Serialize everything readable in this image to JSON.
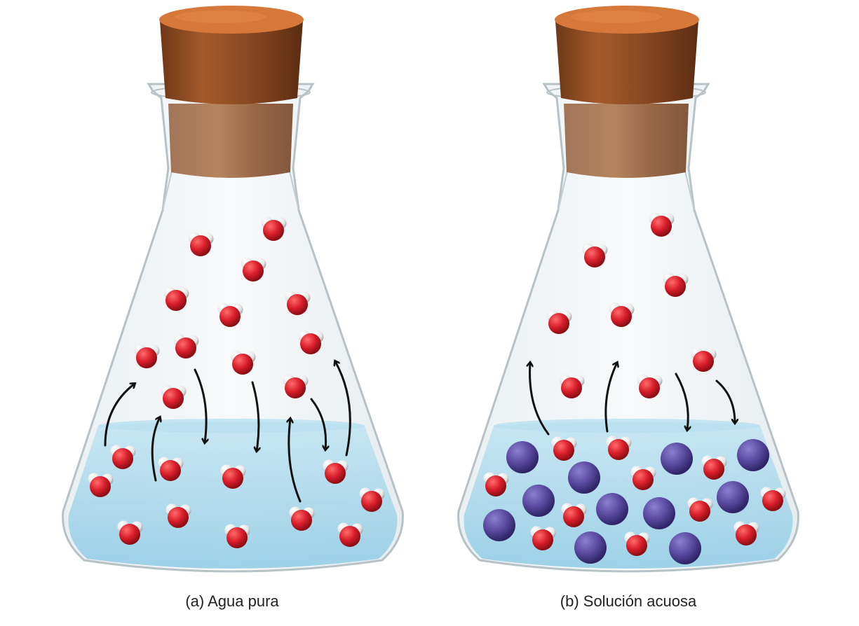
{
  "captions": {
    "a": "(a) Agua pura",
    "b": "(b) Solución acuosa"
  },
  "colors": {
    "cork_top": "#d6783a",
    "cork_body": "#8a4a22",
    "glass_outline": "#b7c2c7",
    "glass_fill": "#e8eff2",
    "liquid": "#a8d8ec",
    "oxygen": "#d81e2a",
    "hydrogen": "#f2f2f2",
    "solute": "#5a4aa0",
    "arrow": "#111111"
  },
  "icons": {
    "flask": "erlenmeyer-flask",
    "stopper": "cork-stopper",
    "water_molecule": "water-molecule",
    "solute_particle": "solute-particle"
  }
}
